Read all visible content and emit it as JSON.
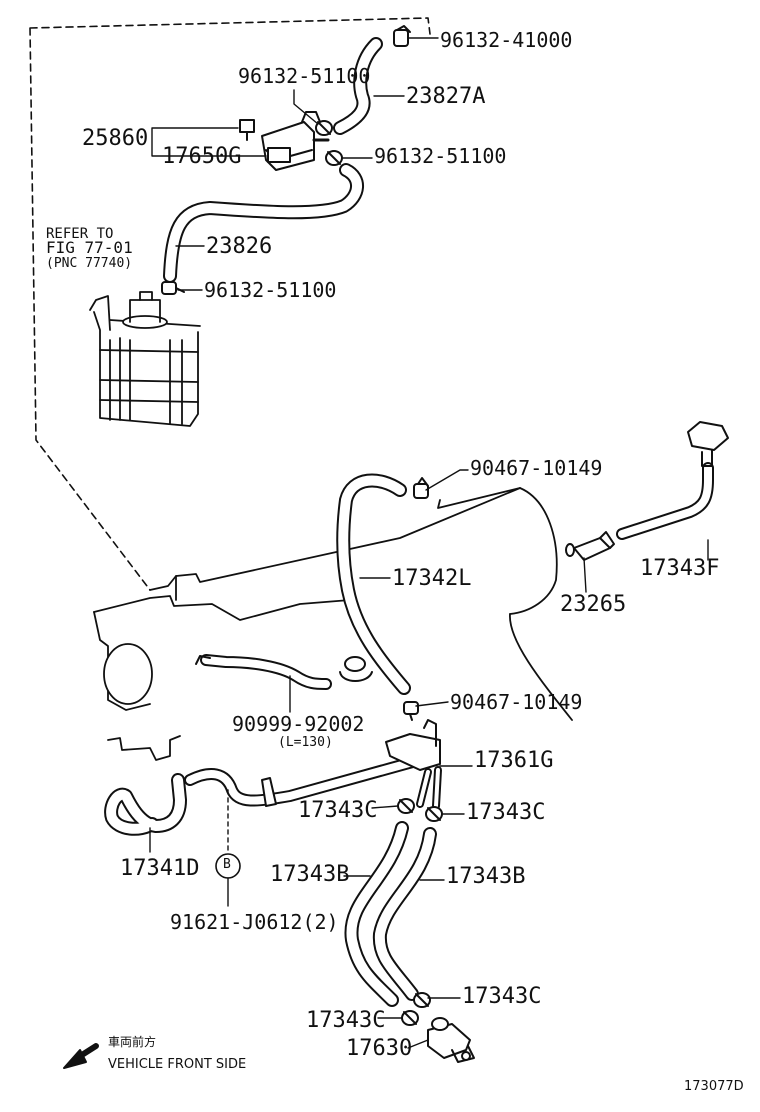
{
  "reference_note": {
    "line1": "REFER TO",
    "line2": "FIG 77-01",
    "line3": "(PNC 77740)"
  },
  "labels": {
    "p96132_41000": "96132-41000",
    "p96132_51100_a": "96132-51100",
    "p23827A": "23827A",
    "p25860": "25860",
    "p17650G": "17650G",
    "p96132_51100_b": "96132-51100",
    "p23826": "23826",
    "p96132_51100_c": "96132-51100",
    "p90467_10149_a": "90467-10149",
    "p17342L": "17342L",
    "p17343F": "17343F",
    "p23265": "23265",
    "p90467_10149_b": "90467-10149",
    "p90999_92002": "90999-92002",
    "p_len": "(L=130)",
    "p17361G": "17361G",
    "p17343C_a": "17343C",
    "p17343C_b": "17343C",
    "p17341D": "17341D",
    "p17343B_a": "17343B",
    "p17343B_b": "17343B",
    "p91621": "91621-J0612(2)",
    "p17343C_c": "17343C",
    "p17343C_d": "17343C",
    "p17630": "17630",
    "callout_b": "B"
  },
  "direction": {
    "jp": "車両前方",
    "en": "VEHICLE FRONT SIDE"
  },
  "figure_id": "173077D"
}
